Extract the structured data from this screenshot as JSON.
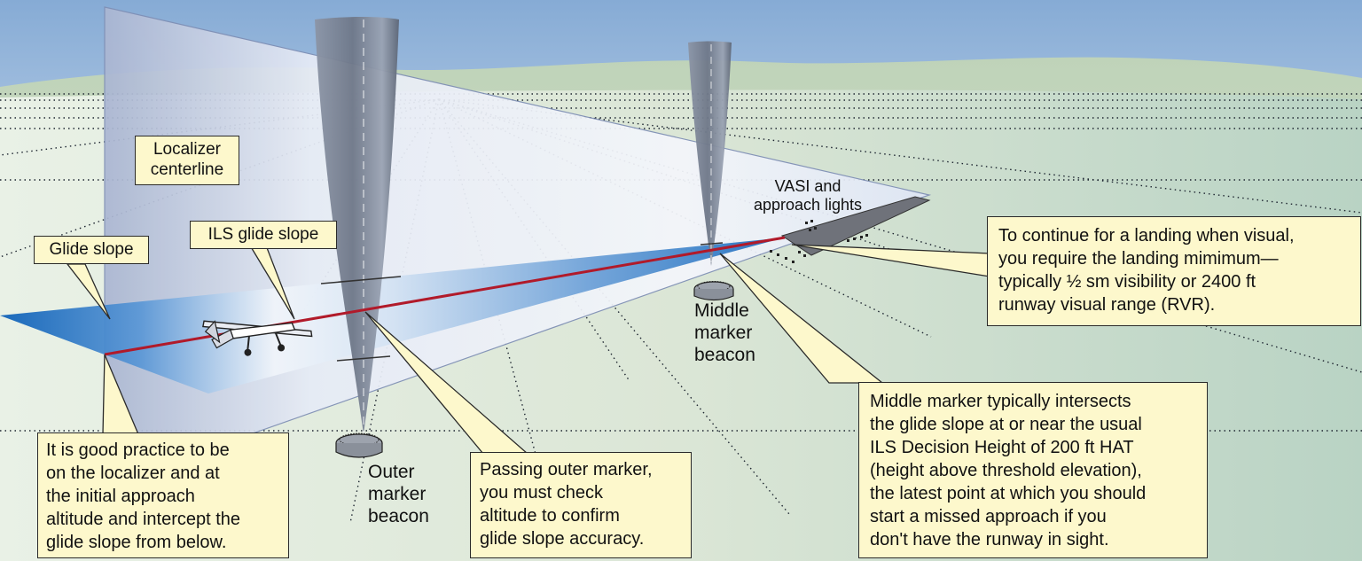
{
  "labels": {
    "localizer_centerline": "Localizer\ncenterline",
    "glide_slope": "Glide slope",
    "ils_glide_slope": "ILS glide slope",
    "vasi": "VASI and\napproach lights",
    "outer_marker": "Outer\nmarker\nbeacon",
    "middle_marker": "Middle\nmarker\nbeacon"
  },
  "callouts": {
    "landing_minimum": "To continue for a landing when visual,\nyou require the landing mimimum—\ntypically ½ sm visibility or 2400 ft\nrunway visual range (RVR).",
    "good_practice": "It is good practice to be\non the localizer and at\nthe initial approach\naltitude and intercept the\nglide slope from below.",
    "passing_outer": "Passing outer marker,\nyou must check\naltitude to confirm\nglide slope accuracy.",
    "middle_marker_note": "Middle marker typically intersects\nthe glide slope at or near the usual\nILS Decision Height of 200 ft HAT\n(height above threshold elevation),\nthe latest point at which you should\nstart a missed approach if you\ndon't have the runway in sight."
  },
  "colors": {
    "sky_top": "#8fb3d9",
    "ground": "#c9dcc8",
    "glide_path_line": "#b11a2a",
    "glide_slope_fill": "#1f6fc0",
    "callout_fill": "#fdf8cc",
    "beacon_cone": "#7d8595"
  },
  "icons": {
    "aircraft": "airplane-icon",
    "outer_beacon": "beacon-antenna-icon",
    "middle_beacon": "beacon-antenna-icon"
  }
}
